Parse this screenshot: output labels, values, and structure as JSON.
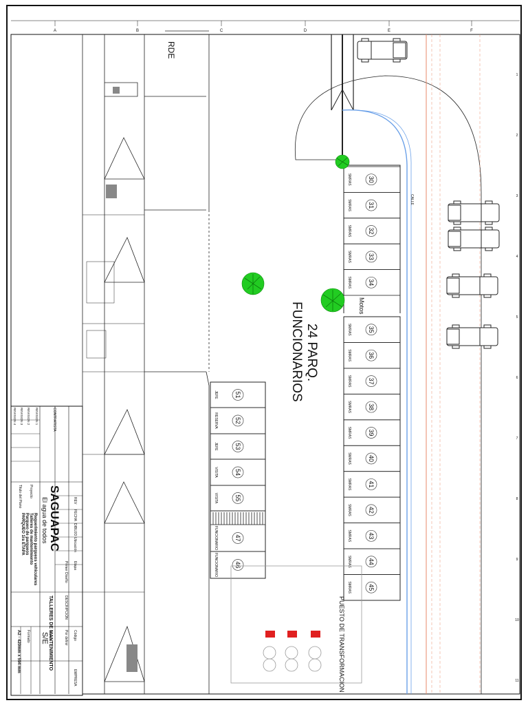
{
  "title_block": {
    "company": "SAGUAPAC",
    "slogan": "El agua de todos",
    "project_title": "TALLERES DE MANTENIMIENTO",
    "description_lines": [
      "Requerimiento parqueos vehiculares",
      "Talleres de mantenimiento",
      "Parqueo de parqueos",
      "PARQUEO 1ra ETAPA"
    ],
    "scale_label": "Escala",
    "scale_value": "S/E",
    "format_label": "Formato",
    "format_value": "A2 - 420mm x 594 mm",
    "sheet_label": "Por definir",
    "codigo_label": "Código",
    "etapa_label": "Etapa",
    "etapa_value": "Primer Diseño",
    "ubicacion_label": "Ubicación",
    "proyecto_label": "Proyecto",
    "titulo_label": "Titulo del Plano",
    "descripcion_label": "DESCRIPCIÓN",
    "fecha_label": "FECHA",
    "dibujo_label": "DIBUJO",
    "rev_label": "REV",
    "empresa_label": "EMPRESA",
    "contratista_label": "CONTRATISTA",
    "revisiones": [
      "REVISION 1",
      "REVISION 2",
      "REVISION 3",
      "REVISION 4"
    ]
  },
  "plan": {
    "main_label_line1": "24 PARQ.",
    "main_label_line2": "FUNCIONARIOS",
    "motos_label": "Motos",
    "transformer_label": "PUESTO DE TRANSFORMACION",
    "partial_label": "RDE",
    "street_label": "CALLE",
    "column_letters": [
      "A",
      "B",
      "C",
      "D",
      "E",
      "F"
    ],
    "row_numbers": [
      "1",
      "2",
      "3",
      "4",
      "5",
      "6",
      "7",
      "8",
      "9",
      "10",
      "11"
    ],
    "stall_type_label": "SMRAS",
    "right_stalls": [
      "30",
      "31",
      "32",
      "33",
      "34",
      "35",
      "36",
      "37",
      "38",
      "39",
      "40",
      "41",
      "42",
      "43",
      "44",
      "45"
    ],
    "center_stalls": [
      "51",
      "52",
      "53",
      "54",
      "55",
      "47",
      "46"
    ],
    "center_stall_tags": [
      "JEFE",
      "RESERVA",
      "JEFE",
      "VISITA",
      "VISITA",
      "FUNCIONARIO",
      "FUNCIONARIO"
    ]
  },
  "colors": {
    "line": "#222222",
    "tree": "#22cc22",
    "transformer": "#e02020",
    "street_line": "#e88a6a",
    "blue_line": "#6aa0e8"
  }
}
